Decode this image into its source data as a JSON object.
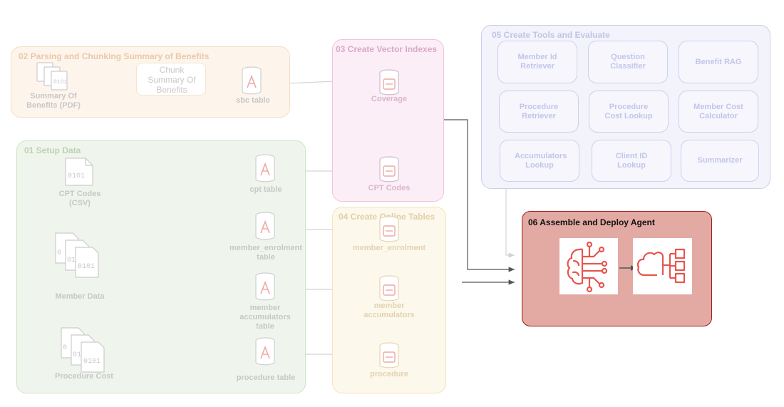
{
  "panels": {
    "p02": "02 Parsing and Chunking Summary of Benefits",
    "p03": "03 Create Vector Indexes",
    "p05": "05 Create Tools and Evaluate",
    "p01": "01 Setup Data",
    "p04": "04 Create Online Tables",
    "p06": "06 Assemble and Deploy Agent"
  },
  "nodes": {
    "sob_pdf": "Summary Of Benefits (PDF)",
    "chunk": "Chunk Summary Of Benefits",
    "sbc_table": "sbc table",
    "coverage": "Coverage",
    "cpt_csv": "CPT Codes (CSV)",
    "cpt_table": "cpt table",
    "cpt_codes": "CPT Codes",
    "member_data": "Member Data",
    "member_enrolment_table": "member_enrolment table",
    "member_enrolment": "member_enrolment",
    "member_accumulators_table": "member accumulators table",
    "member_accumulators": "member accumulators",
    "procedure_cost": "Procedure Cost",
    "procedure_table": "procedure table",
    "procedure": "procedure"
  },
  "tools": [
    "Member Id Retriever",
    "Question Classifier",
    "Benefit RAG",
    "Procedure Retriever",
    "Procedure Cost Lookup",
    "Member Cost Calculator",
    "Accumulators Lookup",
    "Client ID Lookup",
    "Summarizer"
  ],
  "colors": {
    "panel02": "#fdf5ec",
    "panel03": "#fbeef6",
    "panel05": "#f3f3fb",
    "panel01": "#eff5ec",
    "panel04": "#fdf8ec",
    "panel06": "#e2aaa3",
    "accent": "#e8554e"
  },
  "icons": {
    "doc": "document-stack-icon",
    "file": "binary-file-icon",
    "table": "delta-table-icon",
    "vector": "vector-index-icon",
    "brain": "brain-circuit-icon",
    "agent": "cloud-hierarchy-icon"
  }
}
